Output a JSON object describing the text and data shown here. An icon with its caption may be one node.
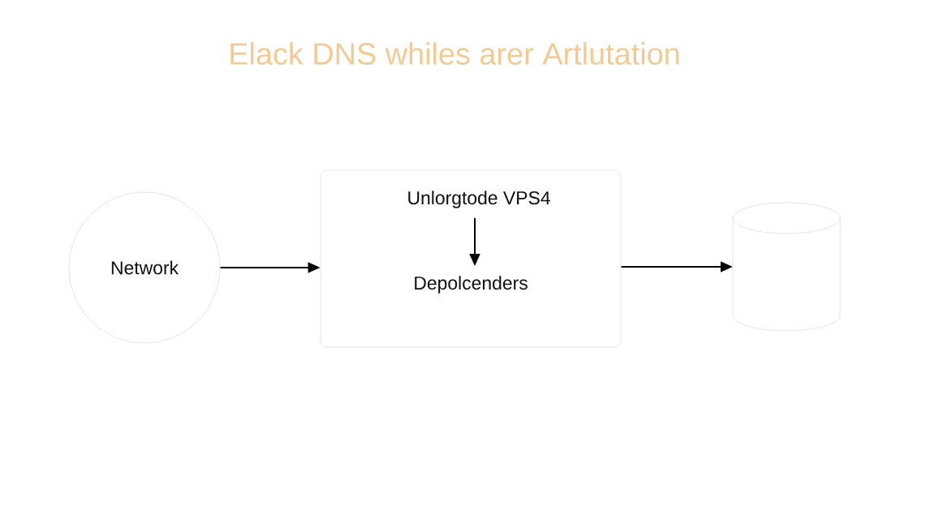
{
  "diagram": {
    "title": "Elack DNS whiles arer Artlutation",
    "nodes": [
      {
        "text": [
          "Network"
        ]
      },
      {
        "text": [],
        "shape": "box"
      },
      {
        "text": [
          "Unlorgtode VPS4"
        ],
        "in": 1
      },
      {
        "text": [
          "Depolcenders"
        ],
        "in": 1
      },
      {
        "text": [],
        "shape": "cylinder"
      }
    ],
    "edges": [
      {
        "from": 0,
        "to": 1,
        "arrow": "to"
      },
      {
        "from": 2,
        "to": 3,
        "arrow": "to"
      },
      {
        "from": 1,
        "to": 4,
        "arrow": "to"
      }
    ]
  }
}
